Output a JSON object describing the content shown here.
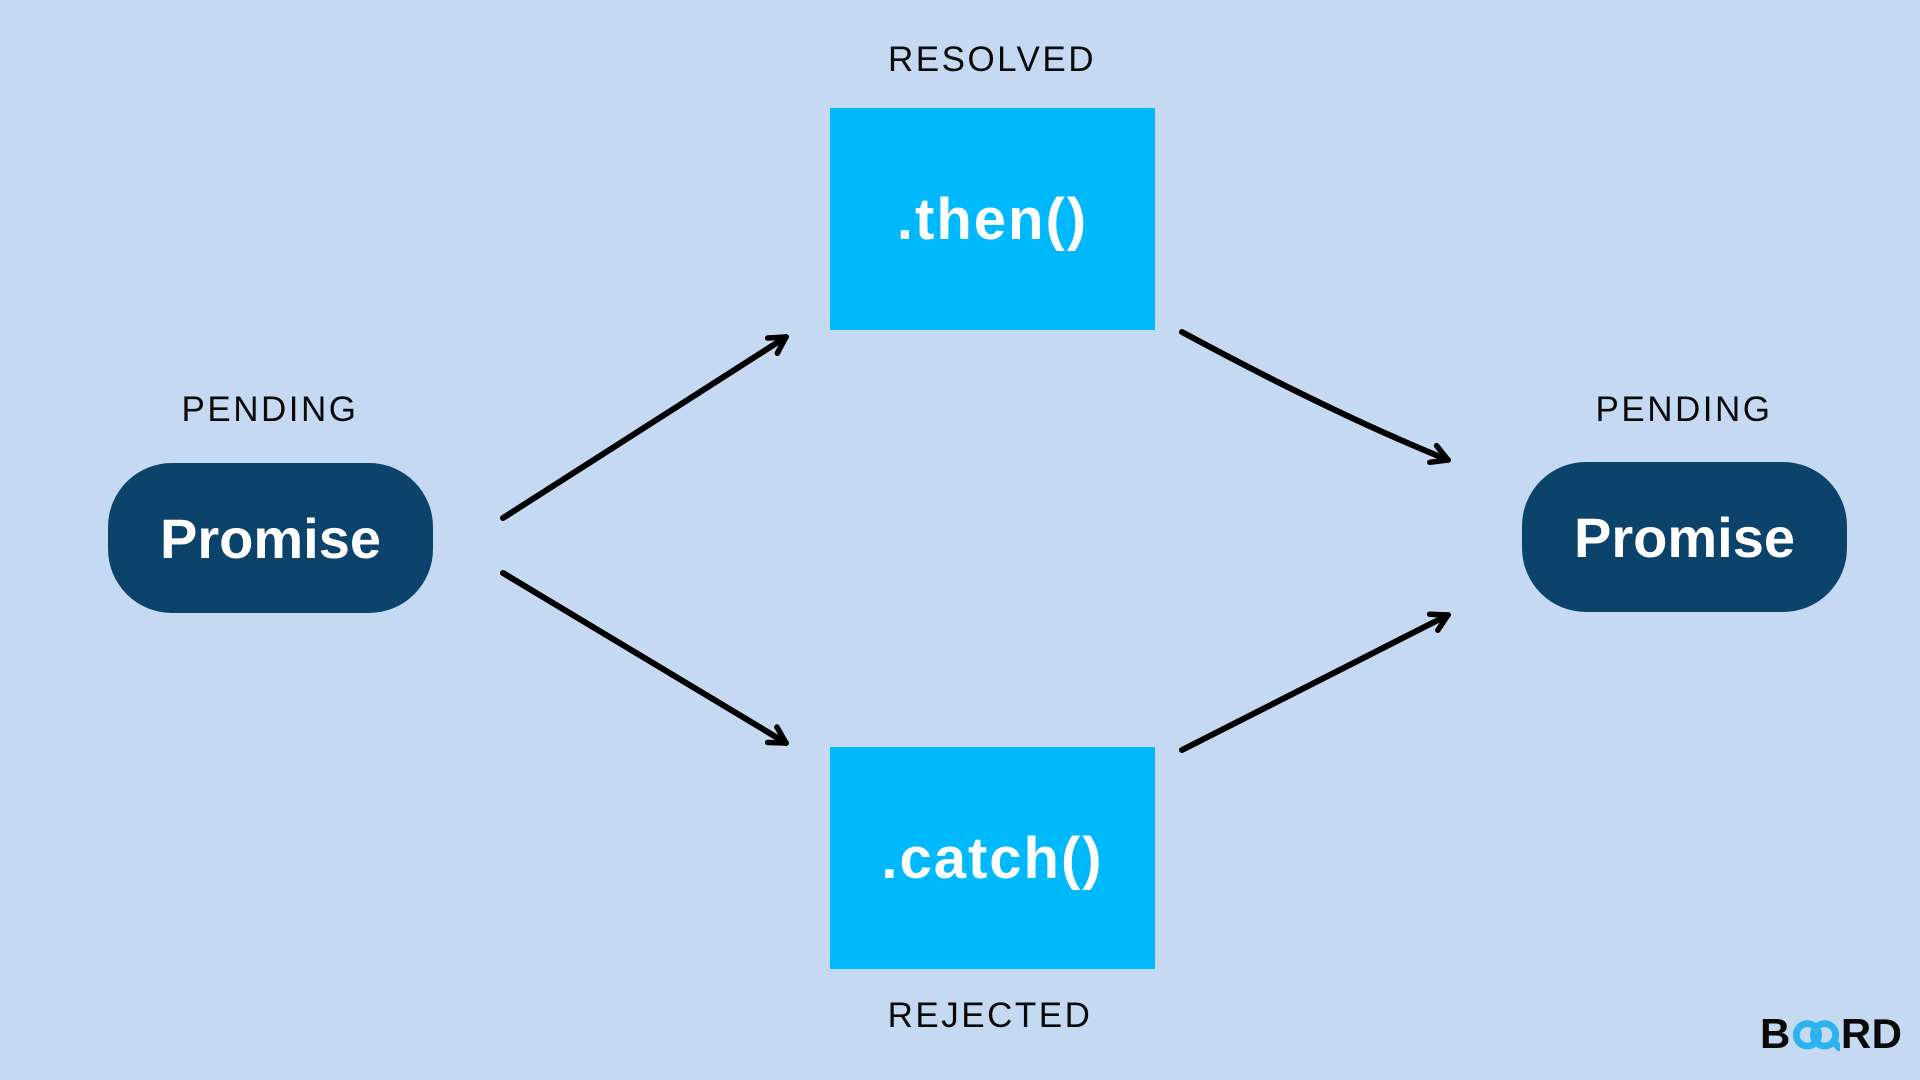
{
  "diagram": {
    "name": "javascript-promise-flow",
    "nodes": {
      "left_promise": {
        "label": "Promise",
        "state_label": "PENDING"
      },
      "then_handler": {
        "label": ".then()",
        "state_label": "RESOLVED"
      },
      "catch_handler": {
        "label": ".catch()",
        "state_label": "REJECTED"
      },
      "right_promise": {
        "label": "Promise",
        "state_label": "PENDING"
      }
    },
    "edges": [
      {
        "from": "left_promise",
        "to": "then_handler"
      },
      {
        "from": "left_promise",
        "to": "catch_handler"
      },
      {
        "from": "then_handler",
        "to": "right_promise"
      },
      {
        "from": "catch_handler",
        "to": "right_promise"
      }
    ]
  },
  "logo": {
    "full_name": "BOARD",
    "text_prefix": "B",
    "text_suffix": "RD",
    "icon": "infinity-icon"
  },
  "colors": {
    "background": "#c5d9f3",
    "promise_node": "#0b436a",
    "method_node": "#00b9fc",
    "node_text": "#ffffff",
    "label_text": "#0a0a0a",
    "arrow": "#000000",
    "logo_accent": "#2bb3ef",
    "logo_text": "#0b0b0b"
  }
}
